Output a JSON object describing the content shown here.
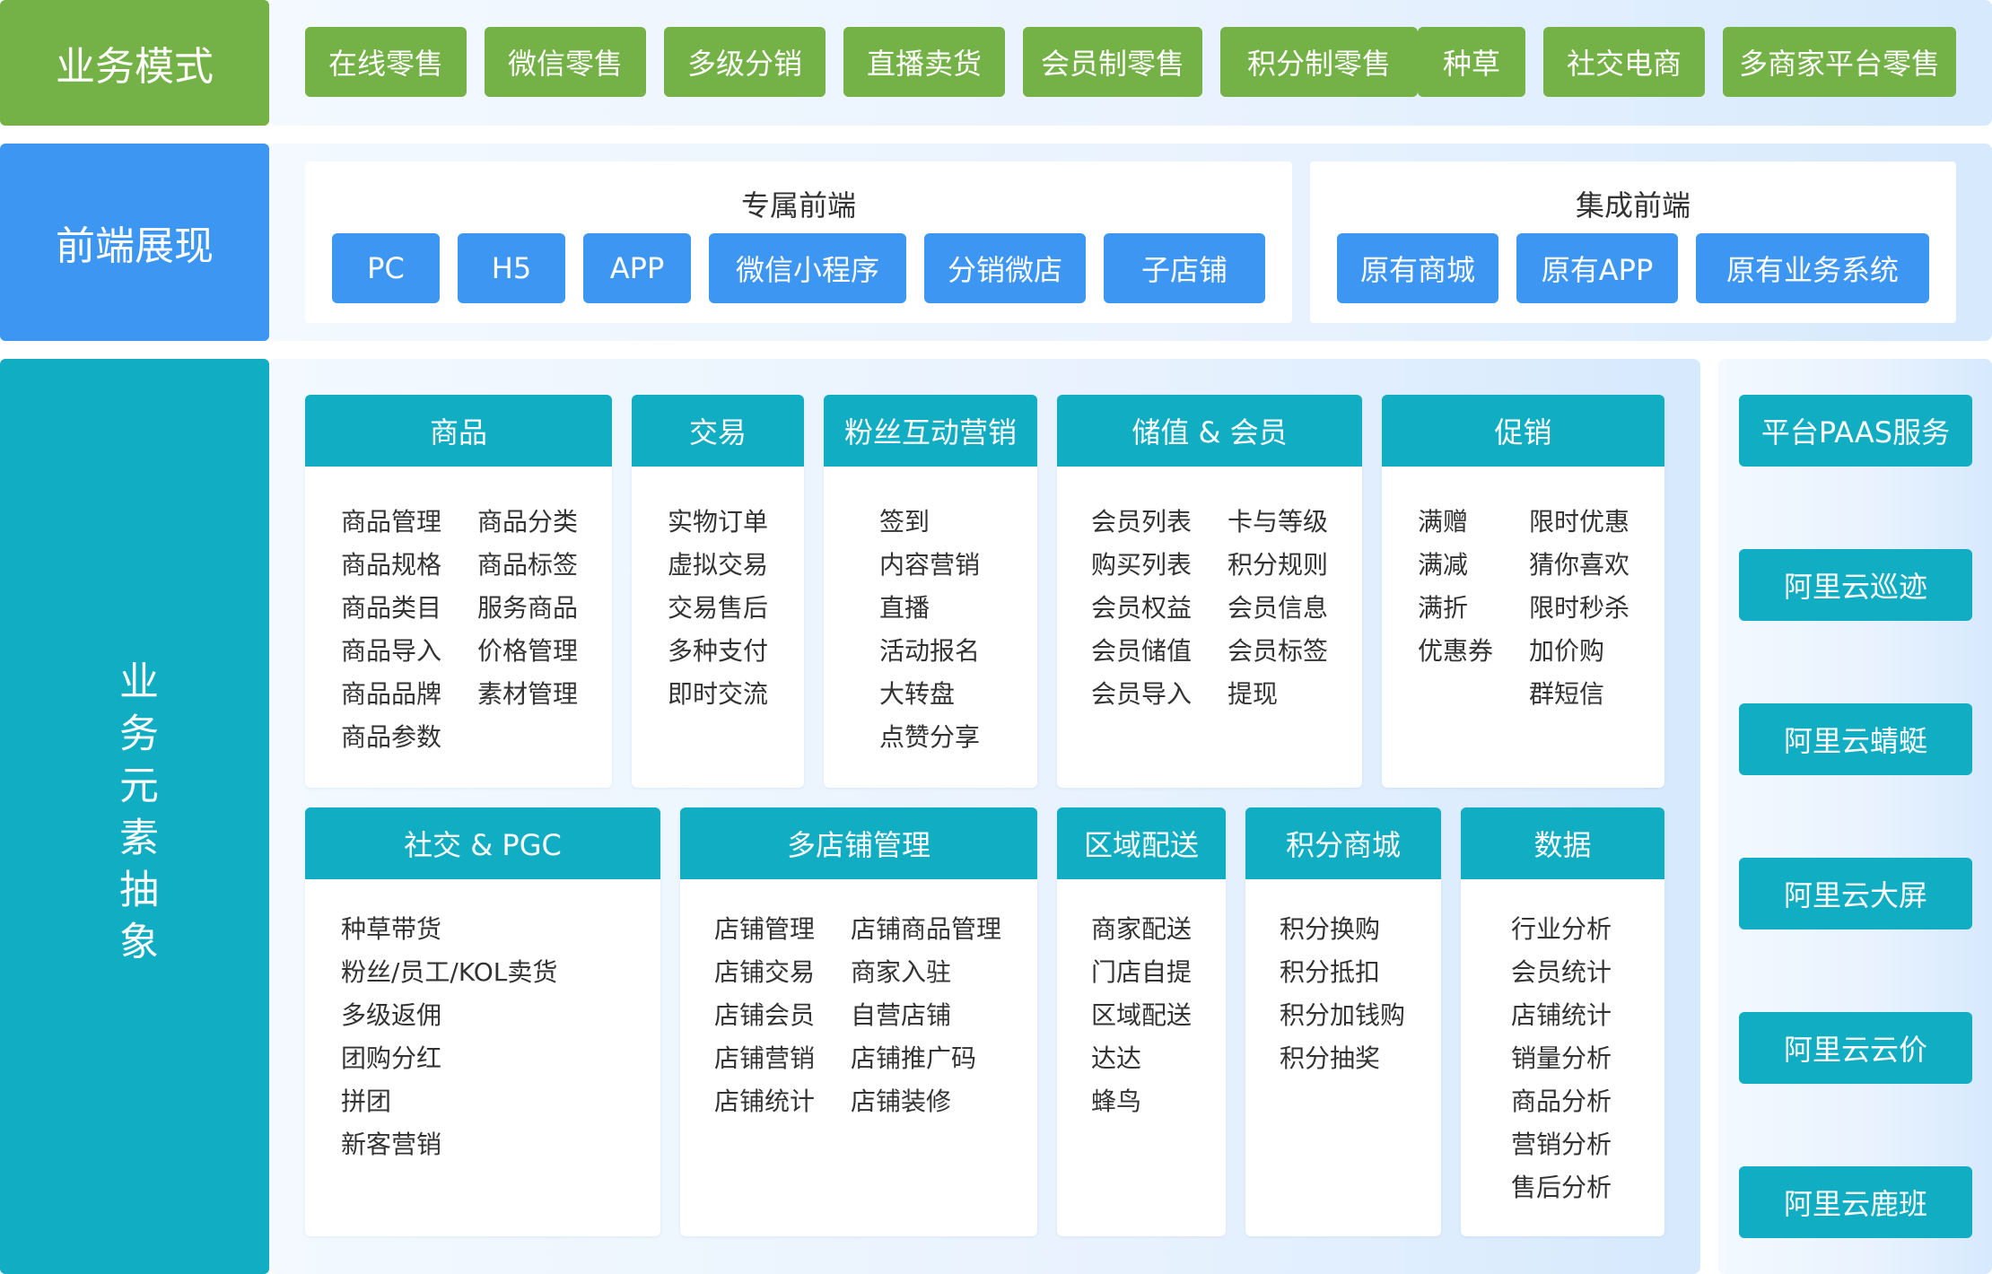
{
  "rows": {
    "business": "业务模式",
    "frontend": "前端展现",
    "elements": "业务元素抽象"
  },
  "business_modes": [
    "在线零售",
    "微信零售",
    "多级分销",
    "直播卖货",
    "会员制零售",
    "积分制零售",
    "种草",
    "社交电商",
    "多商家平台零售"
  ],
  "frontend": {
    "dedicated": {
      "title": "专属前端",
      "items": [
        "PC",
        "H5",
        "APP",
        "微信小程序",
        "分销微店",
        "子店铺"
      ]
    },
    "integrated": {
      "title": "集成前端",
      "items": [
        "原有商城",
        "原有APP",
        "原有业务系统"
      ]
    }
  },
  "modules": {
    "goods": {
      "title": "商品",
      "col1": [
        "商品管理",
        "商品规格",
        "商品类目",
        "商品导入",
        "商品品牌",
        "商品参数"
      ],
      "col2": [
        "商品分类",
        "商品标签",
        "服务商品",
        "价格管理",
        "素材管理"
      ]
    },
    "trade": {
      "title": "交易",
      "col1": [
        "实物订单",
        "虚拟交易",
        "交易售后",
        "多种支付",
        "即时交流"
      ]
    },
    "fans": {
      "title": "粉丝互动营销",
      "col1": [
        "签到",
        "内容营销",
        "直播",
        "活动报名",
        "大转盘",
        "点赞分享"
      ]
    },
    "member": {
      "title": "储值 & 会员",
      "col1": [
        "会员列表",
        "购买列表",
        "会员权益",
        "会员储值",
        "会员导入"
      ],
      "col2": [
        "卡与等级",
        "积分规则",
        "会员信息",
        "会员标签",
        "提现"
      ]
    },
    "promo": {
      "title": "促销",
      "col1": [
        "满赠",
        "满减",
        "满折",
        "优惠券"
      ],
      "col2": [
        "限时优惠",
        "猜你喜欢",
        "限时秒杀",
        "加价购",
        "群短信"
      ]
    },
    "social": {
      "title": "社交 & PGC",
      "col1": [
        "种草带货",
        "粉丝/员工/KOL卖货",
        "多级返佣",
        "团购分红",
        "拼团",
        "新客营销"
      ]
    },
    "multistore": {
      "title": "多店铺管理",
      "col1": [
        "店铺管理",
        "店铺交易",
        "店铺会员",
        "店铺营销",
        "店铺统计"
      ],
      "col2": [
        "店铺商品管理",
        "商家入驻",
        "自营店铺",
        "店铺推广码",
        "店铺装修"
      ]
    },
    "delivery": {
      "title": "区域配送",
      "col1": [
        "商家配送",
        "门店自提",
        "区域配送",
        "达达",
        "蜂鸟"
      ]
    },
    "points": {
      "title": "积分商城",
      "col1": [
        "积分换购",
        "积分抵扣",
        "积分加钱购",
        "积分抽奖"
      ]
    },
    "data": {
      "title": "数据",
      "col1": [
        "行业分析",
        "会员统计",
        "店铺统计",
        "销量分析",
        "商品分析",
        "营销分析",
        "售后分析"
      ]
    }
  },
  "services": [
    "平台PAAS服务",
    "阿里云巡迹",
    "阿里云蜻蜓",
    "阿里云大屏",
    "阿里云云价",
    "阿里云鹿班"
  ],
  "colors": {
    "green": "#74b147",
    "blue": "#3d96f2",
    "teal": "#11adc2"
  }
}
